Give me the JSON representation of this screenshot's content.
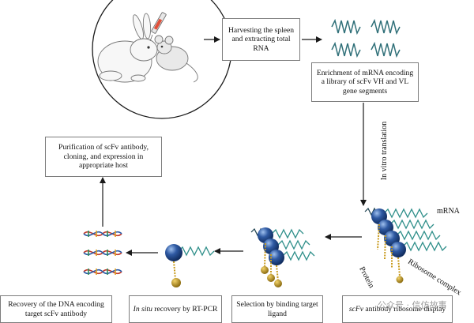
{
  "steps": {
    "harvest": "Harvesting the spleen and extracting total RNA",
    "enrich": "Enrichment of mRNA encoding a library of scFv VH and VL gene segments",
    "purify": "Purification of scFv antibody, cloning, and expression in appropriate host",
    "recovery_dna": "Recovery of the DNA encoding target scFv antibody",
    "insitu_em": "In situ",
    "insitu_rest": " recovery by RT-PCR",
    "selection": "Selection by binding target ligand",
    "scfv_em": "scFv",
    "scfv_rest": " antibody ribosome display"
  },
  "arrow_labels": {
    "in_vitro": "In vitro translation"
  },
  "labels": {
    "mrna": "mRNA",
    "protein": "Protein",
    "ribosome_complex": "Ribosome complex"
  },
  "watermark": "公众号 · 信仿故事",
  "colors": {
    "border": "#7d7d7d",
    "arrow": "#1a1a1a",
    "ribosome": "#2f5aa3",
    "ribosome_dark": "#163a78",
    "mrna_teal": "#2f8f8a",
    "mrna_dark": "#173c4a",
    "protein_gold": "#c89a1c",
    "dna_red": "#c0392b",
    "dna_green": "#2e8b57",
    "dna_blue": "#2b5ba8"
  }
}
